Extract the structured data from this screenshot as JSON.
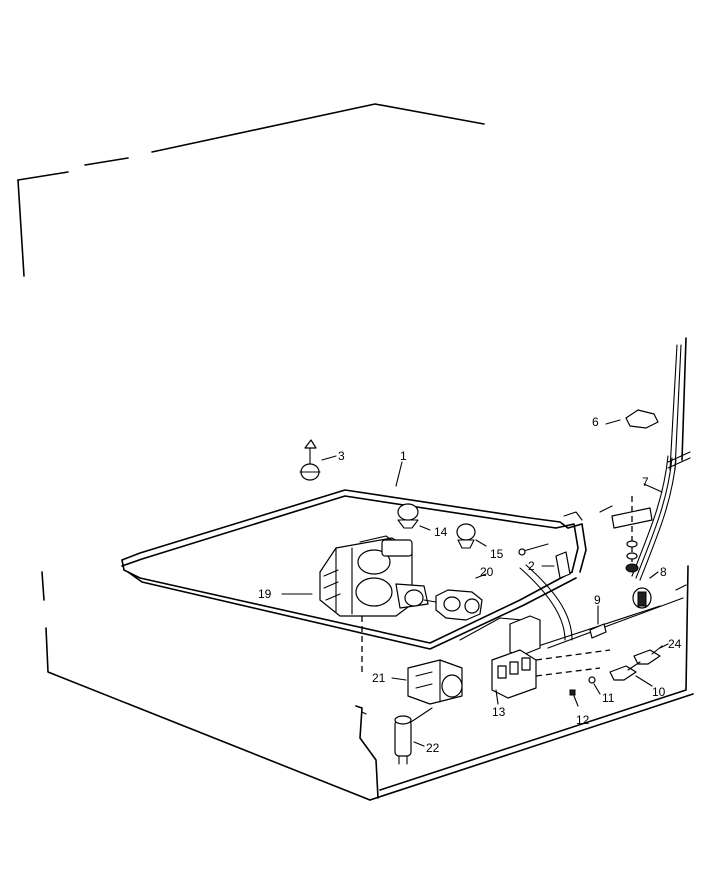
{
  "diagram": {
    "callouts": [
      {
        "id": "1",
        "text": "1"
      },
      {
        "id": "2",
        "text": "2"
      },
      {
        "id": "3",
        "text": "3"
      },
      {
        "id": "6",
        "text": "6"
      },
      {
        "id": "7",
        "text": "7"
      },
      {
        "id": "8",
        "text": "8"
      },
      {
        "id": "9",
        "text": "9"
      },
      {
        "id": "10",
        "text": "10"
      },
      {
        "id": "11",
        "text": "11"
      },
      {
        "id": "12",
        "text": "12"
      },
      {
        "id": "13",
        "text": "13"
      },
      {
        "id": "14",
        "text": "14"
      },
      {
        "id": "15",
        "text": "15"
      },
      {
        "id": "19",
        "text": "19"
      },
      {
        "id": "20",
        "text": "20"
      },
      {
        "id": "21",
        "text": "21"
      },
      {
        "id": "22",
        "text": "22"
      },
      {
        "id": "24",
        "text": "24"
      }
    ]
  }
}
